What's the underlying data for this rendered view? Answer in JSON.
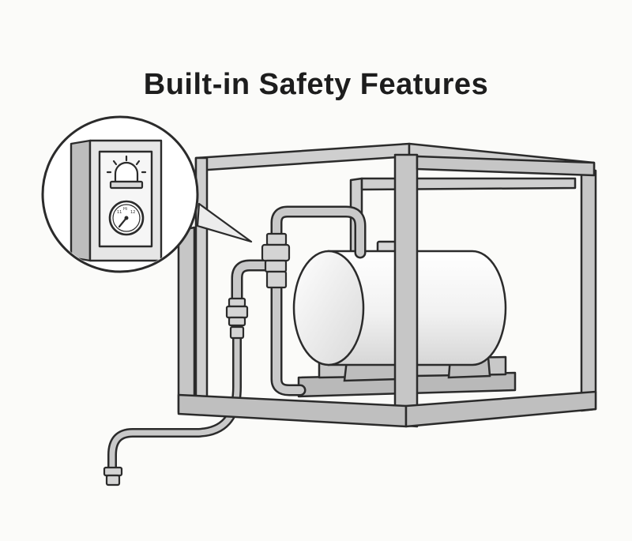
{
  "title": "Built-in Safety Features",
  "gauge": {
    "labels": [
      "11",
      "Hi",
      "12"
    ]
  },
  "colors": {
    "background": "#fbfbf9",
    "outline": "#2b2b2b",
    "frame": "#c9c9c9",
    "tank": "#f4f4f4",
    "text": "#1d1d1d"
  }
}
